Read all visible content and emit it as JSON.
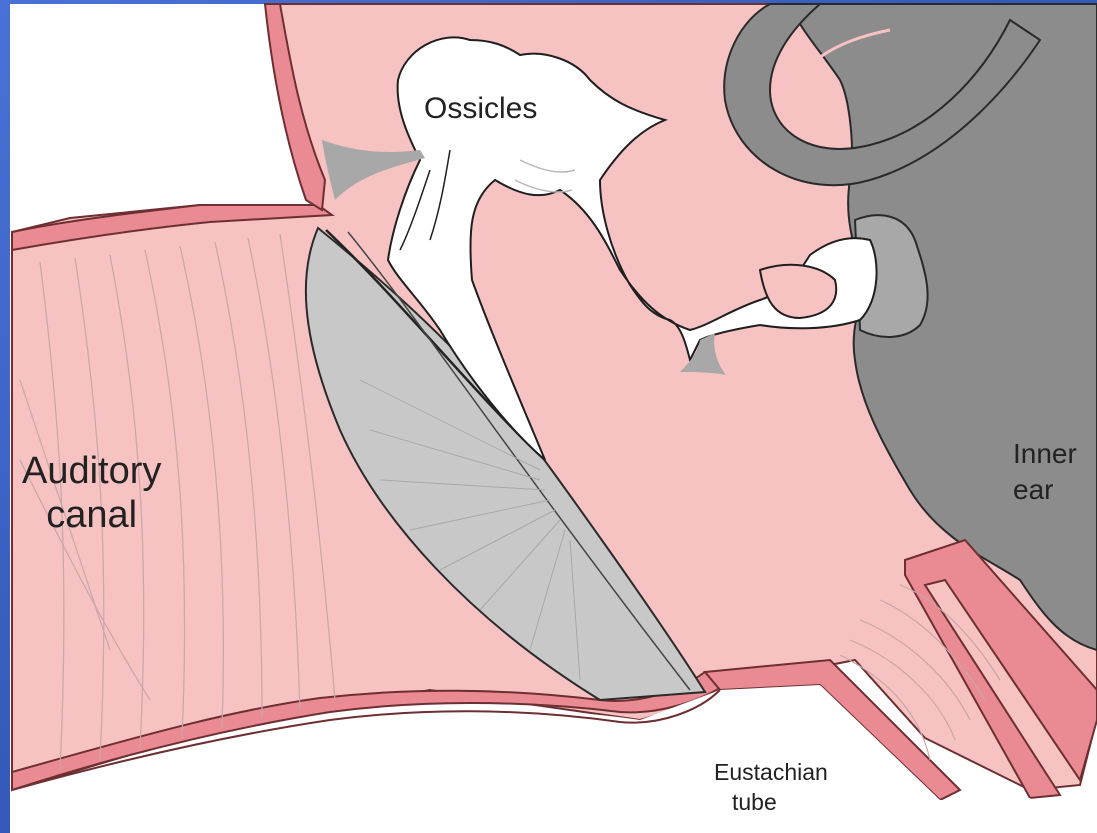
{
  "diagram": {
    "labels": {
      "ossicles": "Ossicles",
      "auditory_canal": [
        "Auditory",
        "canal"
      ],
      "inner_ear": [
        "Inner",
        "ear"
      ],
      "eustachian_tube": [
        "Eustachian",
        "tube"
      ]
    },
    "colors": {
      "slide_background": "#2d55b8",
      "tissue": "#f7c2c2",
      "wall": "#ea8a92",
      "eardrum": "#c8c8c8",
      "inner_ear": "#8c8c8c",
      "bone": "#ffffff"
    }
  }
}
